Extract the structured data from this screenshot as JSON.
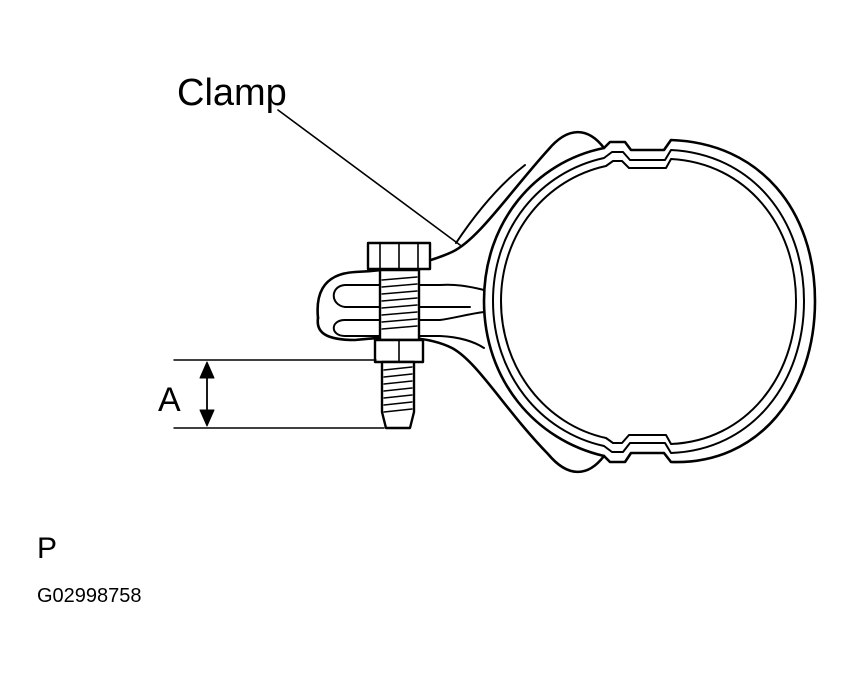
{
  "diagram": {
    "clamp_label": "Clamp",
    "dimension_label": "A",
    "view_letter": "P",
    "figure_id": "G02998758",
    "colors": {
      "line": "#000000",
      "background": "#ffffff"
    }
  }
}
